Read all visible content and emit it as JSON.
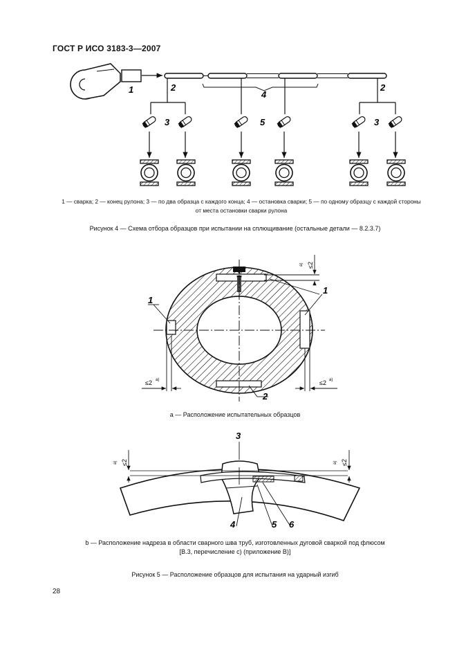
{
  "header": {
    "title": "ГОСТ Р ИСО 3183-3—2007"
  },
  "figure4": {
    "callouts": {
      "c1": "1",
      "c2a": "2",
      "c2b": "2",
      "c3a": "3",
      "c3b": "3",
      "c4": "4",
      "c5": "5"
    },
    "legend": "1 — сварка; 2 — конец рулона; 3 — по два образца с каждого конца; 4 — остановка сварки; 5 — по одному образцу с каждой стороны от места остановки сварки рулона",
    "caption": "Рисунок 4 — Схема отбора образцов при испытании на сплющивание (остальные детали — 8.2.3.7)"
  },
  "figure5a": {
    "callouts": {
      "c1left": "1",
      "c1right": "1",
      "c2": "2"
    },
    "dims": {
      "top": "≤2",
      "left": "≤2",
      "right": "≤2",
      "sup": "а)"
    },
    "caption": "а — Расположение испытательных образцов"
  },
  "figure5b": {
    "callouts": {
      "c3": "3",
      "c4": "4",
      "c5": "5",
      "c6": "6"
    },
    "dims": {
      "left": "≤2",
      "right": "≤2",
      "sup": "а)"
    },
    "caption_line1": "b — Расположение надреза в области сварного шва труб, изготовленных дуговой сваркой под флюсом",
    "caption_line2": "[B.3, перечисление с) (приложение B)]"
  },
  "figure5": {
    "caption": "Рисунок 5 — Расположение образцов для испытания на ударный изгиб"
  },
  "page": {
    "number": "28"
  }
}
